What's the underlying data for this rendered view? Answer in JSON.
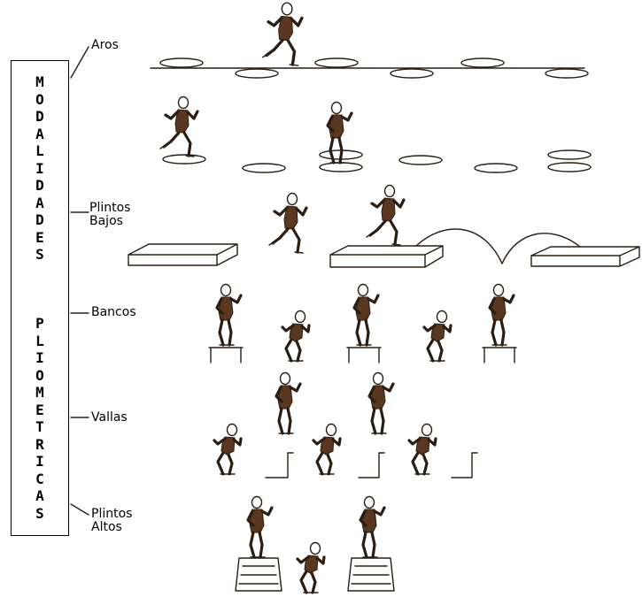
{
  "title_box": {
    "top_word": [
      "M",
      "O",
      "D",
      "A",
      "L",
      "I",
      "D",
      "A",
      "D",
      "E",
      "S"
    ],
    "bottom_word": [
      "P",
      "L",
      "I",
      "O",
      "M",
      "E",
      "T",
      "R",
      "I",
      "C",
      "A",
      "S"
    ]
  },
  "modalities": {
    "aros": {
      "lines": [
        "Aros"
      ]
    },
    "plintos_bajos": {
      "lines": [
        "Plintos",
        "Bajos"
      ]
    },
    "bancos": {
      "lines": [
        "Bancos"
      ]
    },
    "vallas": {
      "lines": [
        "Vallas"
      ]
    },
    "plintos_altos": {
      "lines": [
        "Plintos",
        "Altos"
      ]
    }
  }
}
